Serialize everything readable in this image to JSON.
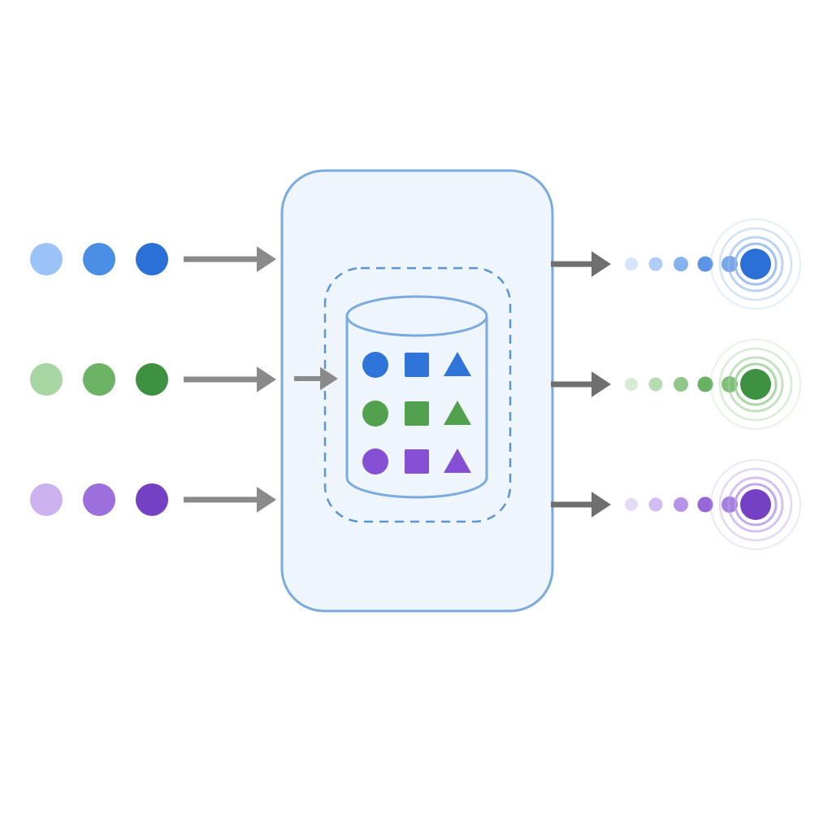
{
  "palette": {
    "arrow": "#8a8a8a",
    "arrow_out": "#6f6f6f",
    "panel_fill": "#eef5fd",
    "panel_stroke": "#7aabdf",
    "dashed_stroke": "#5b95d6",
    "cylinder_stroke": "#7aabdf",
    "cylinder_fill": "#eef5fd"
  },
  "streams": [
    {
      "name": "blue",
      "input_dots": [
        "#9cc3f8",
        "#4a8ee6",
        "#2a70d6"
      ],
      "shape_color": "#2f74d9",
      "output_dots": [
        "#d4e4fc",
        "#b0cdf6",
        "#86b2ef",
        "#5c95e6",
        "#7aa6ea"
      ],
      "target": "#2a70d6",
      "rings": "#8fb6ee"
    },
    {
      "name": "green",
      "input_dots": [
        "#a8d6a2",
        "#6cb366",
        "#3d9141"
      ],
      "shape_color": "#52a14e",
      "output_dots": [
        "#d6ecd3",
        "#b6dcb1",
        "#8ec788",
        "#68b062",
        "#7fbf79"
      ],
      "target": "#3d9141",
      "rings": "#9ccf96"
    },
    {
      "name": "purple",
      "input_dots": [
        "#cbb2ee",
        "#9c6fdc",
        "#7440c4"
      ],
      "shape_color": "#8550d3",
      "output_dots": [
        "#e6dbf7",
        "#d1bdf1",
        "#b894e8",
        "#9767d8",
        "#a37fe0"
      ],
      "target": "#7440c4",
      "rings": "#b89ae6"
    }
  ],
  "shape_grid": [
    "circle",
    "square",
    "triangle"
  ]
}
